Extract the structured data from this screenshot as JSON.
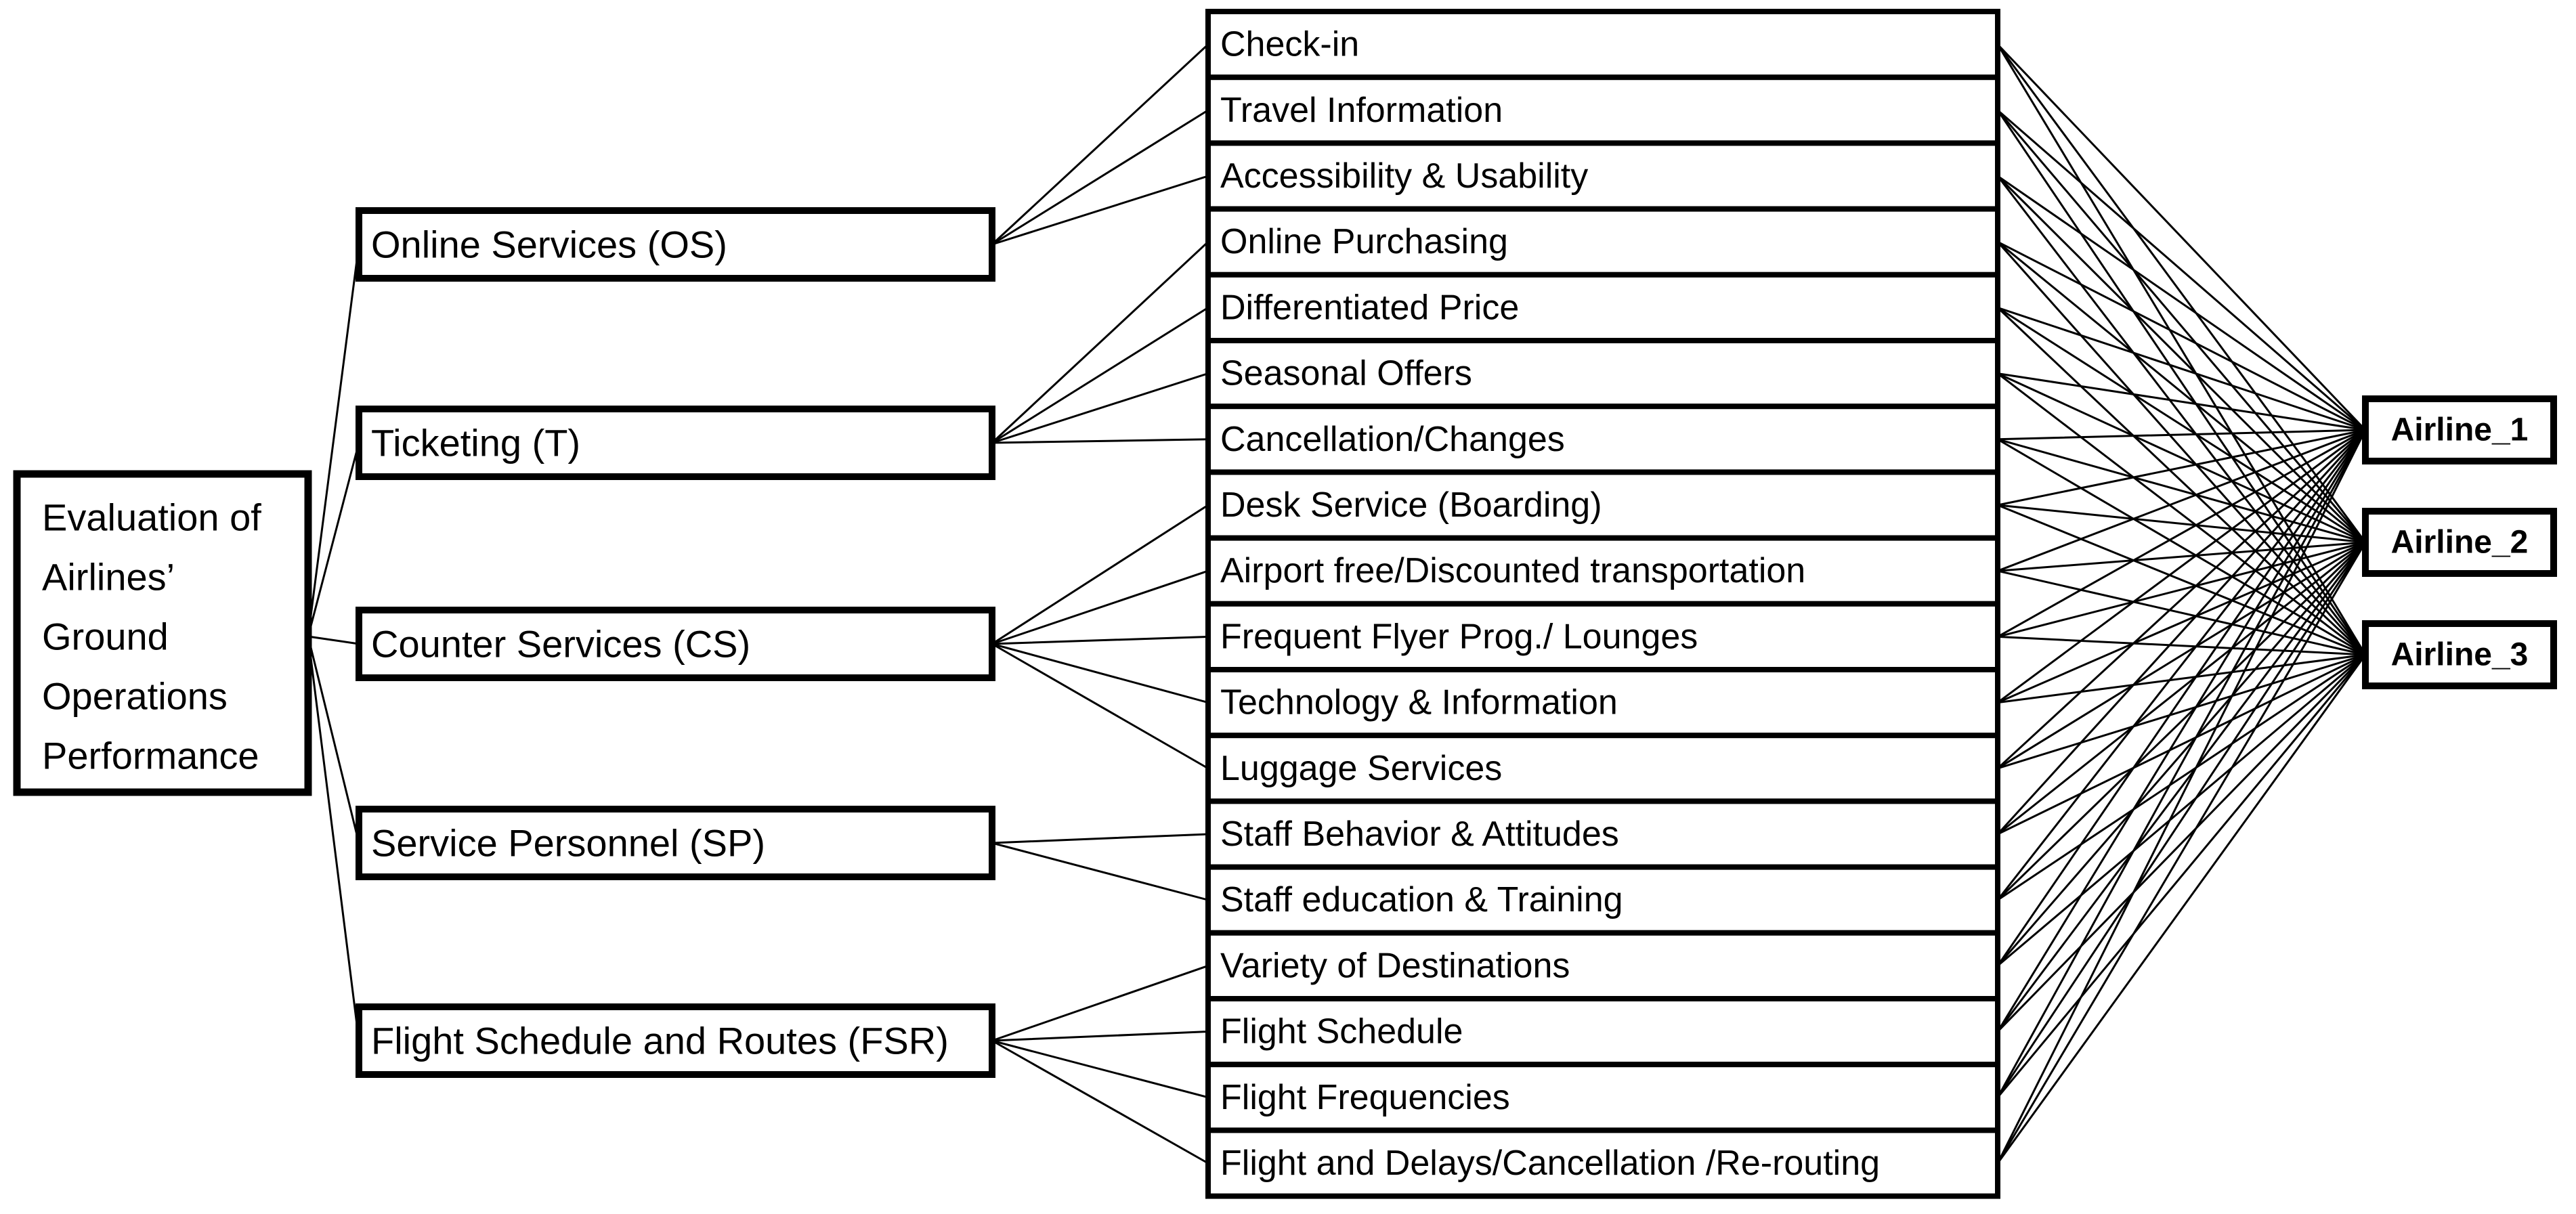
{
  "diagram": {
    "type": "hierarchy",
    "goal": {
      "label": "Evaluation of Airlines’ Ground Operations Performance",
      "label_lines": [
        "Evaluation of",
        "Airlines’",
        "Ground",
        "Operations",
        "Performance"
      ]
    },
    "criteria": [
      {
        "id": "OS",
        "label": "Online Services (OS)",
        "subcriteria": [
          "Check-in",
          "Travel Information",
          "Accessibility & Usability"
        ]
      },
      {
        "id": "T",
        "label": "Ticketing (T)",
        "subcriteria": [
          "Online Purchasing",
          "Differentiated Price",
          "Seasonal Offers",
          "Cancellation/Changes"
        ]
      },
      {
        "id": "CS",
        "label": "Counter Services (CS)",
        "subcriteria": [
          "Desk Service (Boarding)",
          "Airport free/Discounted transportation",
          "Frequent Flyer Prog./ Lounges",
          "Technology & Information",
          "Luggage Services"
        ]
      },
      {
        "id": "SP",
        "label": "Service Personnel (SP)",
        "subcriteria": [
          "Staff Behavior & Attitudes",
          "Staff education & Training"
        ]
      },
      {
        "id": "FSR",
        "label": "Flight Schedule and Routes (FSR)",
        "subcriteria": [
          "Variety of Destinations",
          "Flight Schedule",
          "Flight Frequencies",
          "Flight and Delays/Cancellation /Re-routing"
        ]
      }
    ],
    "alternatives": [
      {
        "label": "Airline_1"
      },
      {
        "label": "Airline_2"
      },
      {
        "label": "Airline_3"
      }
    ],
    "connections": {
      "goal_to": "all-criteria",
      "criteria_to": "own-subcriteria",
      "subcriteria_to": "all-alternatives"
    }
  },
  "colors": {
    "background": "#ffffff",
    "box_fill": "#ffffff",
    "box_border": "#000000",
    "line": "#000000",
    "text": "#000000"
  }
}
